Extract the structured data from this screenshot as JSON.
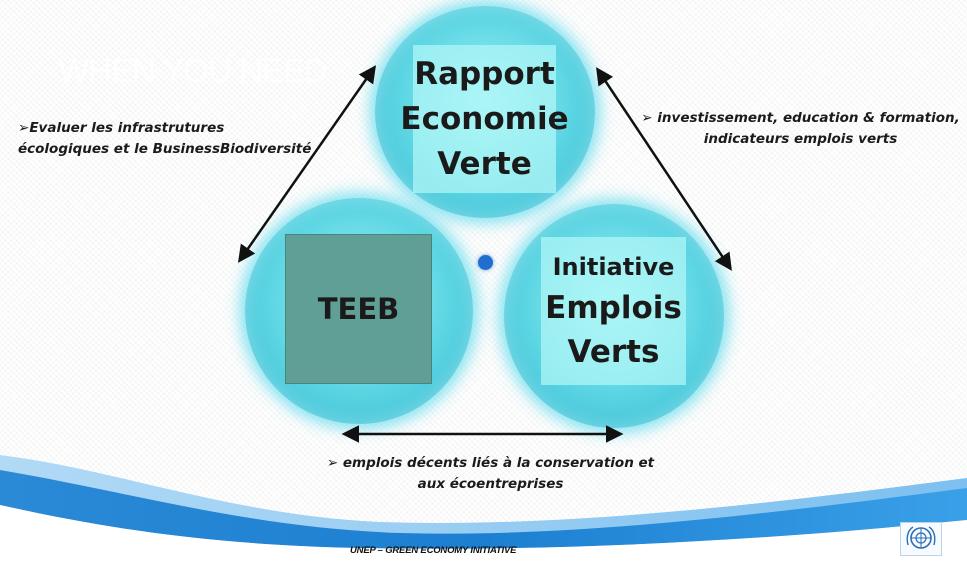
{
  "ghost_title": "WHEN YOU NEED",
  "circles": {
    "top": {
      "lines": [
        "Rapport",
        "Economie",
        "Verte"
      ]
    },
    "left": {
      "label": "TEEB"
    },
    "right": {
      "lines": [
        "Initiative",
        "Emplois",
        "Verts"
      ]
    }
  },
  "notes": {
    "left": {
      "bullet": "➢",
      "lines": [
        "Evaluer les infrastrutures",
        "écologiques et le BusinessBiodiversité"
      ]
    },
    "right": {
      "bullet": "➢",
      "lines": [
        "investissement, education & formation,",
        "indicateurs emplois verts"
      ]
    },
    "bottom": {
      "bullet": "➢",
      "lines": [
        "emplois décents liés à la conservation et",
        "aux écoentreprises"
      ]
    }
  },
  "footer": "UNEP – GREEN ECONOMY INITIATIVE",
  "logo": {
    "icon": "un-emblem-icon"
  },
  "colors": {
    "circle": "#5ad4e2",
    "teeb_square": "#5f9f95",
    "wave_blue": "#1c7fd1",
    "dot": "#1f6fd0"
  }
}
